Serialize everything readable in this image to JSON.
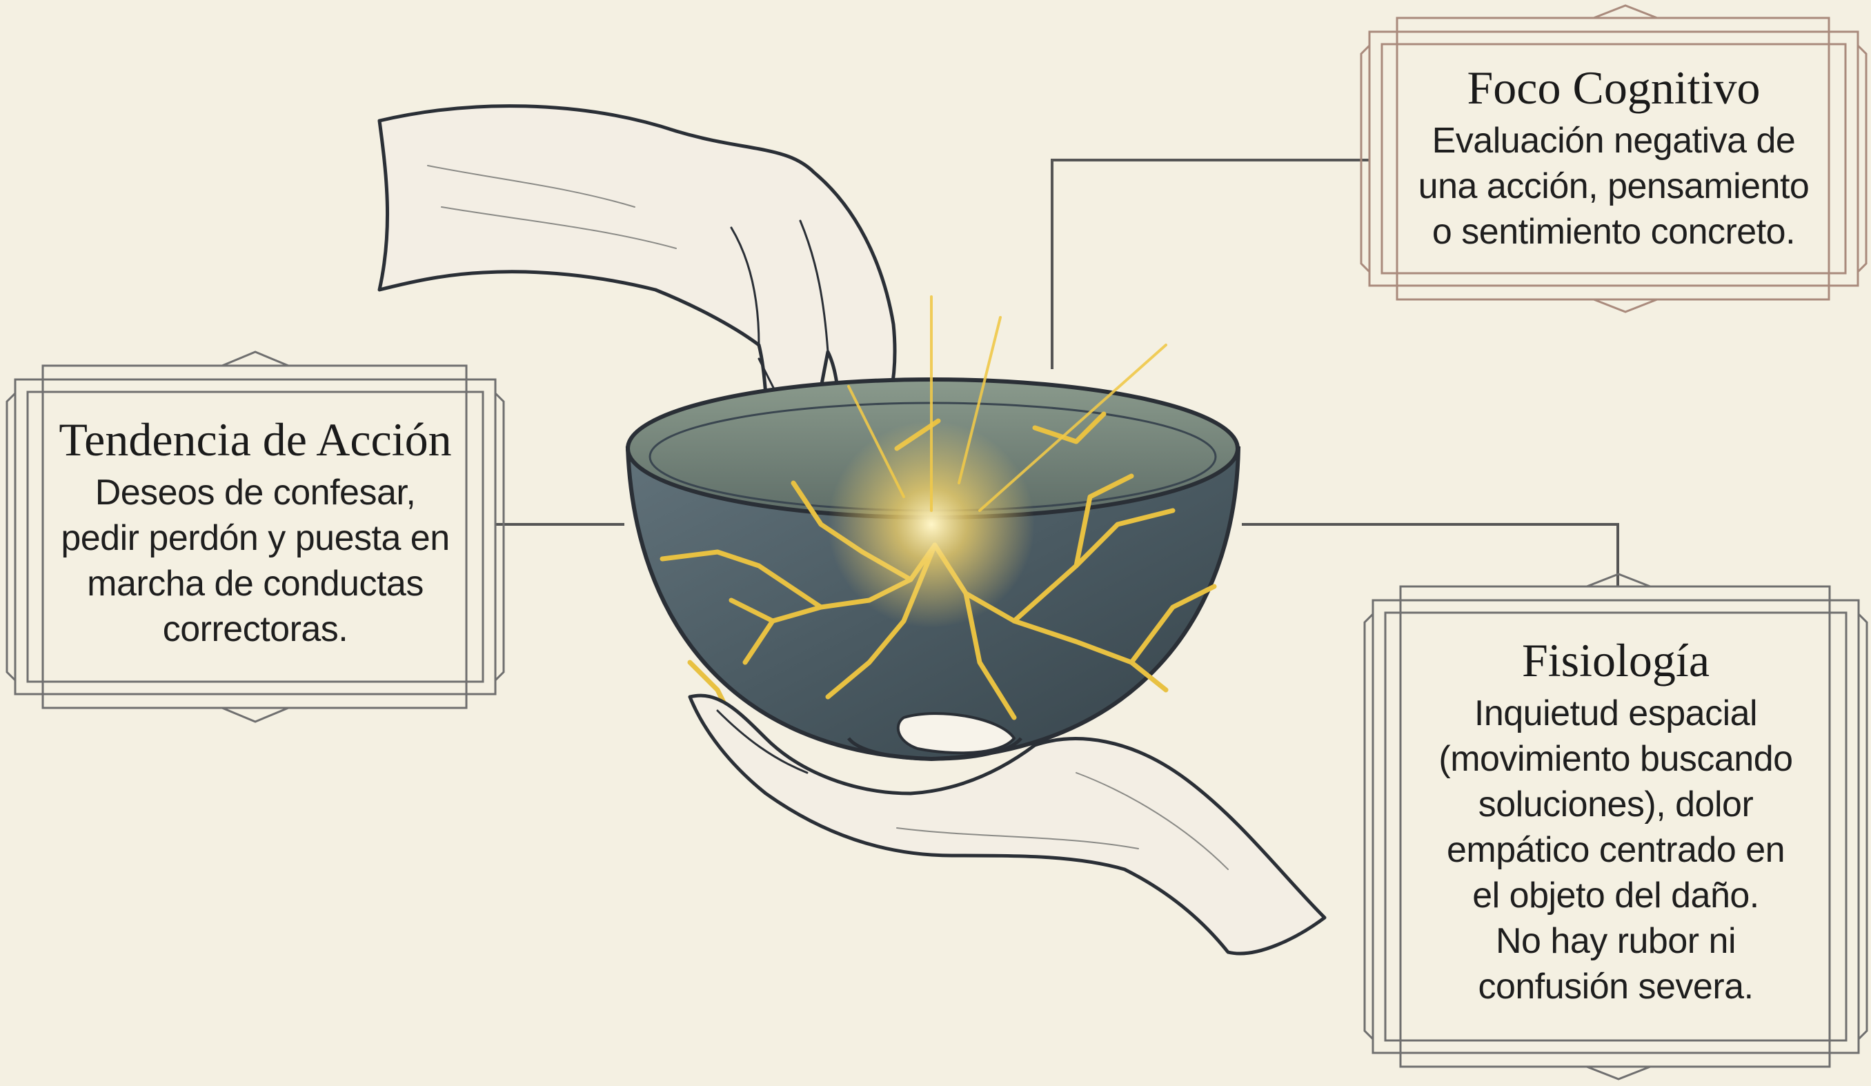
{
  "panels": {
    "accion": {
      "title": "Tendencia de Acción",
      "lines": [
        "Deseos de confesar,",
        "pedir perdón y puesta en",
        "marcha de conductas",
        "correctoras."
      ]
    },
    "cognitivo": {
      "title": "Foco Cognitivo",
      "lines": [
        "Evaluación negativa de",
        "una acción, pensamiento",
        "o sentimiento concreto."
      ]
    },
    "fisiologia": {
      "title": "Fisiología",
      "lines": [
        "Inquietud espacial",
        "(movimiento buscando",
        "soluciones), dolor",
        "empático centrado en",
        "el objeto del daño.",
        "No hay rubor ni",
        "confusión severa."
      ]
    }
  },
  "colors": {
    "background": "#f4f0e2",
    "frame": "#6f6f6f",
    "frame_warm": "#a98a7c",
    "bowl": "#4b5b63",
    "gold": "#e8c142",
    "ink": "#2a2f36"
  }
}
